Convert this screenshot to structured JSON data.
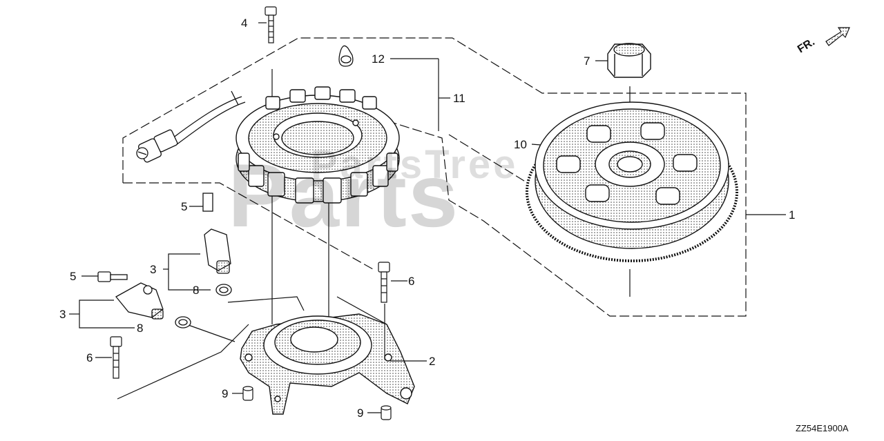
{
  "diagram": {
    "diagram_code": "ZZ54E1900A",
    "direction_label": "FR.",
    "watermark": {
      "line1": "PartsTree",
      "line2": "Parts"
    },
    "callouts": [
      {
        "id": "c4",
        "label": "4"
      },
      {
        "id": "c12",
        "label": "12"
      },
      {
        "id": "c11",
        "label": "11"
      },
      {
        "id": "c7",
        "label": "7"
      },
      {
        "id": "c10",
        "label": "10"
      },
      {
        "id": "c1",
        "label": "1"
      },
      {
        "id": "c5a",
        "label": "5"
      },
      {
        "id": "c3a",
        "label": "3"
      },
      {
        "id": "c8a",
        "label": "8"
      },
      {
        "id": "c5b",
        "label": "5"
      },
      {
        "id": "c3b",
        "label": "3"
      },
      {
        "id": "c8b",
        "label": "8"
      },
      {
        "id": "c6a",
        "label": "6"
      },
      {
        "id": "c6b",
        "label": "6"
      },
      {
        "id": "c2",
        "label": "2"
      },
      {
        "id": "c9a",
        "label": "9"
      },
      {
        "id": "c9b",
        "label": "9"
      }
    ]
  }
}
